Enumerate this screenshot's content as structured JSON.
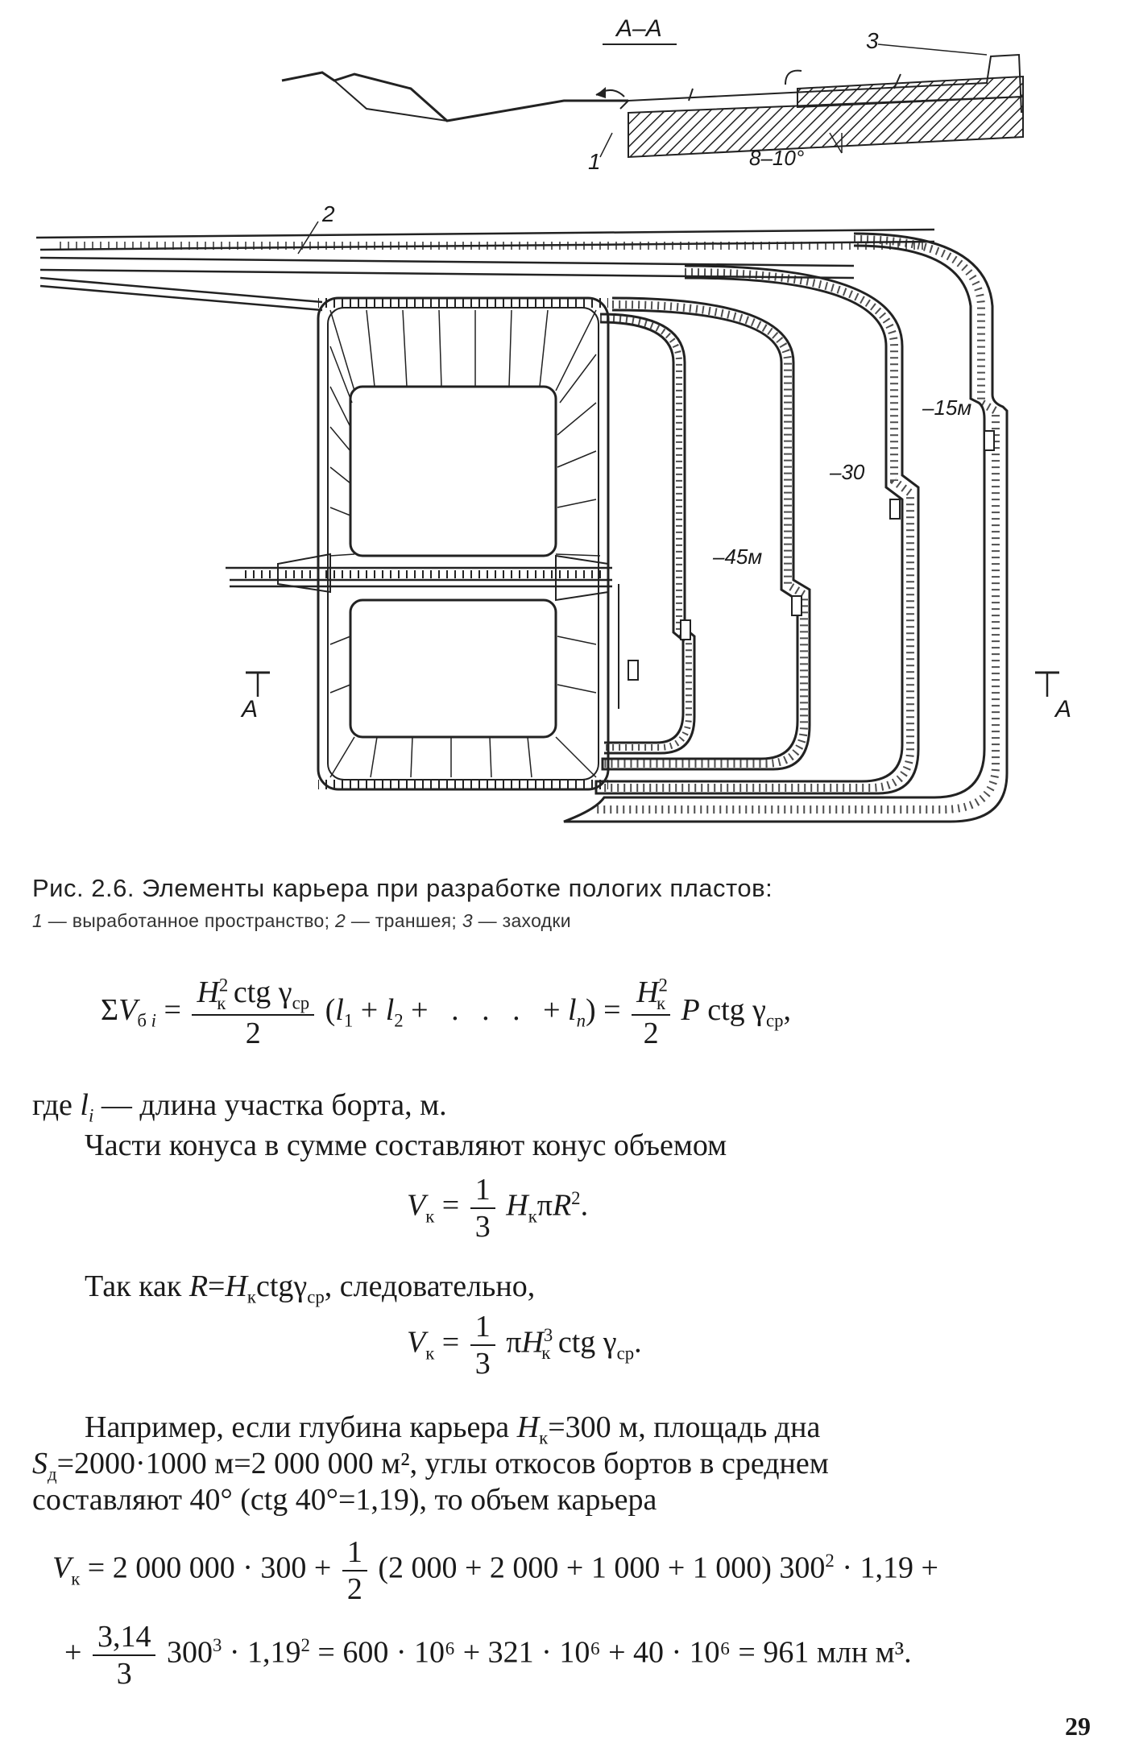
{
  "figure": {
    "section_label": "A–A",
    "labels": {
      "one": "1",
      "two": "2",
      "three": "3",
      "angle": "8–10°",
      "level_15": "–15м",
      "level_30": "–30",
      "level_45": "–45м",
      "a_left": "A",
      "a_right": "A"
    }
  },
  "caption": {
    "title": "Рис. 2.6. Элементы карьера при разработке пологих пластов:",
    "legend_1_num": "1",
    "legend_1_text": " — выработанное пространство; ",
    "legend_2_num": "2",
    "legend_2_text": " — траншея; ",
    "legend_3_num": "3",
    "legend_3_text": " — заходки"
  },
  "body": {
    "where_text": "где",
    "where_rest": " — длина участка борта, м.",
    "cone_text": "Части конуса в сумме составляют конус объемом",
    "since_text": "Так как",
    "since_rest": ", следовательно,",
    "example_line1": "Например, если глубина карьера",
    "example_line1b": "=300 м, площадь дна",
    "example_line2": "=2000·1000 м=2 000 000 м², углы откосов бортов в среднем",
    "example_line3": "составляют 40° (ctg 40°=1,19), то объем карьера",
    "result_text": "= 600 · 10⁶ + 321 · 10⁶ + 40 · 10⁶ = 961  млн  м³."
  },
  "page_number": "29"
}
